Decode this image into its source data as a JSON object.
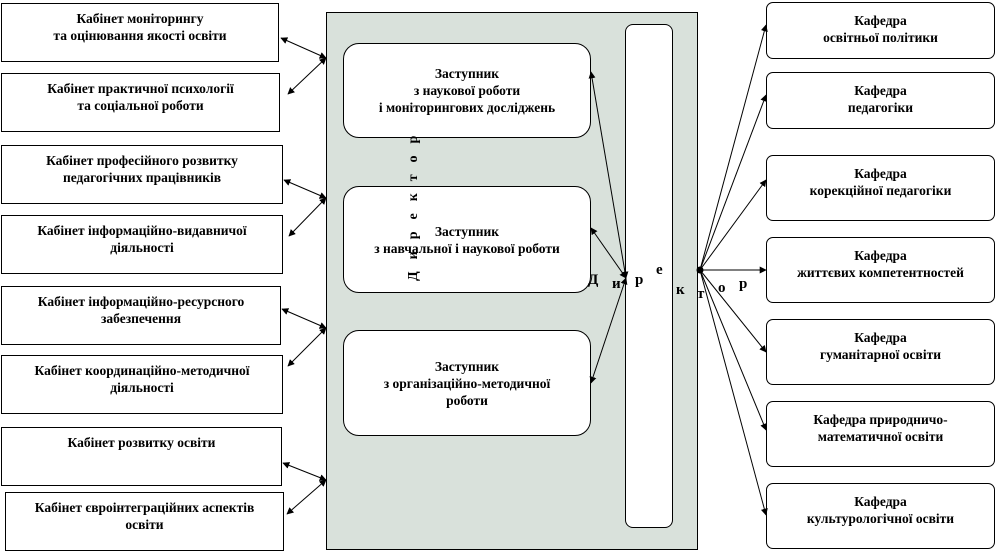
{
  "left_offices": [
    "Кабінет моніторингу\nта оцінювання якості освіти",
    "Кабінет практичної психології\nта соціальної роботи",
    "Кабінет професійного розвитку\nпедагогічних працівників",
    "Кабінет інформаційно-видавничої\nдіяльності",
    "Кабінет інформаційно-ресурсного\nзабезпечення",
    "Кабінет координаційно-методичної\nдіяльності",
    "Кабінет розвитку освіти",
    "Кабінет євроінтеграційних аспектів\nосвіти"
  ],
  "deputies": [
    "Заступник\nз наукової роботи\nі моніторингових досліджень",
    "Заступник\nз навчальної і наукової роботи",
    "Заступник\nз організаційно-методичної\nроботи"
  ],
  "director_label": "Директор",
  "departments": [
    "Кафедра\nосвітньої політики",
    "Кафедра\nпедагогіки",
    "Кафедра\nкорекційної педагогіки",
    "Кафедра\nжиттєвих компетентностей",
    "Кафедра\nгуманітарної освіти",
    "Кафедра природничо-\nматематичної освіти",
    "Кафедра\nкультурологічної освіти"
  ]
}
